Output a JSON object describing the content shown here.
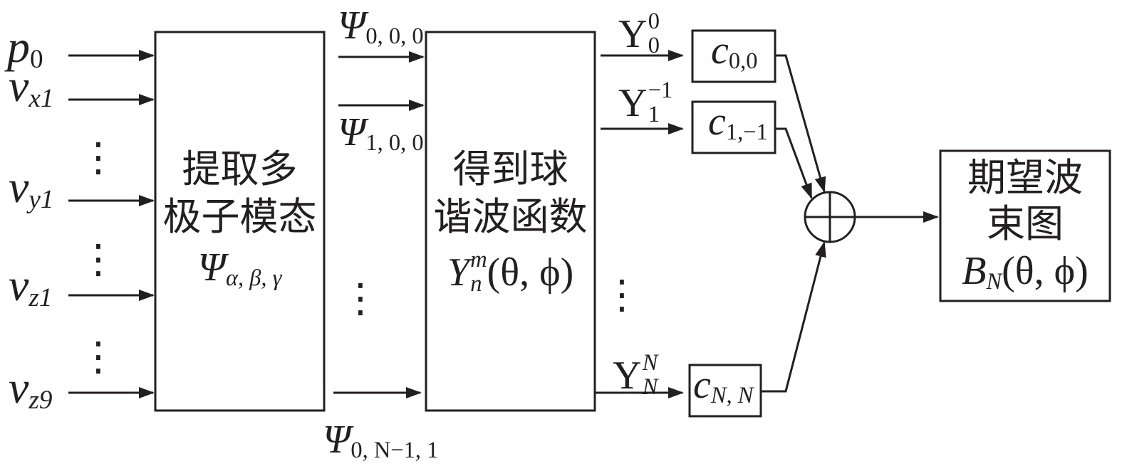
{
  "inputs": [
    {
      "base": "p",
      "sub": "0"
    },
    {
      "base": "v",
      "sub": "x1"
    },
    {
      "base": "v",
      "sub": "y1"
    },
    {
      "base": "v",
      "sub": "z1"
    },
    {
      "base": "v",
      "sub": "z9"
    }
  ],
  "ellipsis": "⋮",
  "extract_block": {
    "line1": "提取多",
    "line2": "极子模态",
    "symbol": {
      "base": "Ψ",
      "sub": "α, β, γ"
    }
  },
  "multipole_modes": [
    {
      "base": "Ψ",
      "sub": "0, 0, 0"
    },
    {
      "base": "Ψ",
      "sub": "1, 0, 0"
    },
    {
      "base": "Ψ",
      "sub": "0, N−1, 1"
    }
  ],
  "harmonic_block": {
    "line1": "得到球",
    "line2": "谐波函数",
    "symbol": {
      "base": "Y",
      "sup": "m",
      "sub": "n",
      "args": "(θ, ϕ)"
    }
  },
  "harmonics": [
    {
      "base": "Y",
      "sup": "0",
      "sub": "0"
    },
    {
      "base": "Y",
      "sup": "−1",
      "sub": "1"
    },
    {
      "base": "Y",
      "sup": "N",
      "sub": "N"
    }
  ],
  "coefficients": [
    {
      "base": "c",
      "sub": "0,0"
    },
    {
      "base": "c",
      "sub": "1,−1"
    },
    {
      "base": "c",
      "sub": "N, N"
    }
  ],
  "beam_block": {
    "line1": "期望波",
    "line2": "束图",
    "symbol": {
      "base": "B",
      "sub": "N",
      "args": "(θ, ϕ)"
    }
  }
}
